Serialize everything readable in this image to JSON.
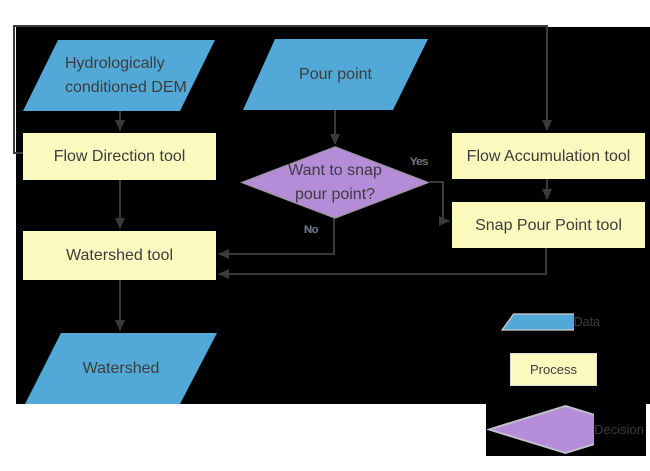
{
  "nodes": {
    "dem": {
      "label": "Hydrologically conditioned DEM"
    },
    "pour_point": {
      "label": "Pour point"
    },
    "flow_direction": {
      "label": "Flow Direction tool"
    },
    "flow_accumulation": {
      "label": "Flow Accumulation tool"
    },
    "decision": {
      "label": "Want to snap pour point?"
    },
    "snap_pour_point": {
      "label": "Snap Pour Point tool"
    },
    "watershed_tool": {
      "label": "Watershed tool"
    },
    "watershed": {
      "label": "Watershed"
    }
  },
  "edge_labels": {
    "yes": "Yes",
    "no": "No"
  },
  "legend": {
    "data": "Data",
    "process": "Process",
    "decision": "Decision"
  },
  "colors": {
    "data_fill": "#52A8D6",
    "process_fill": "#FBF9BE",
    "decision_fill": "#B48CD8",
    "background": "#000000",
    "connector": "#3A3A3A",
    "text": "#3D3D3D"
  }
}
